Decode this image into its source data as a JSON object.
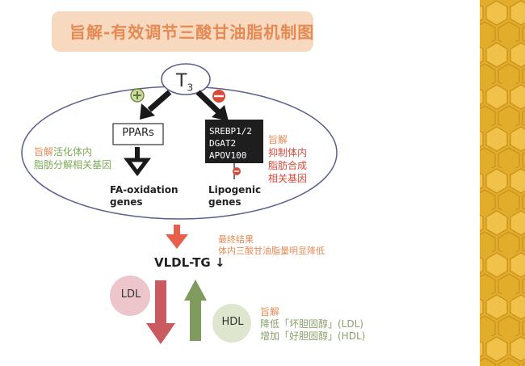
{
  "title": "旨解-有效调节三酸甘油脂机制图",
  "t3": {
    "main": "T",
    "sub": "3"
  },
  "ppars": "PPARs",
  "srebp_box": [
    "SREBP1/2",
    "DGAT2",
    "APOV100"
  ],
  "left_annotation": {
    "prefix": "旨解",
    "line1_rest": "活化体内",
    "line2": "脂肪分解相关基因"
  },
  "right_annotation": {
    "line1": "旨解",
    "line2": "抑制体内",
    "line3": "脂肪合成",
    "line4": "相关基因"
  },
  "fa_oxidation": [
    "FA-oxidation",
    "genes"
  ],
  "lipogenic": [
    "Lipogenic",
    "genes"
  ],
  "vldl": "VLDL-TG ↓",
  "final_result": [
    "最终结果",
    "体内三酸甘油脂量明显降低"
  ],
  "ldl": "LDL",
  "hdl": "HDL",
  "hdl_annotation": [
    "旨解",
    "降低「坏胆固醇」(LDL)",
    "增加「好胆固醇」(HDL)"
  ],
  "colors": {
    "title_bg": "#f3cfae",
    "orange": "#e58a55",
    "green": "#7aaa55",
    "red": "#d94a3a",
    "honeycomb": "#e9b83a"
  },
  "icons": [
    "plus-circle-icon",
    "minus-circle-icon"
  ]
}
